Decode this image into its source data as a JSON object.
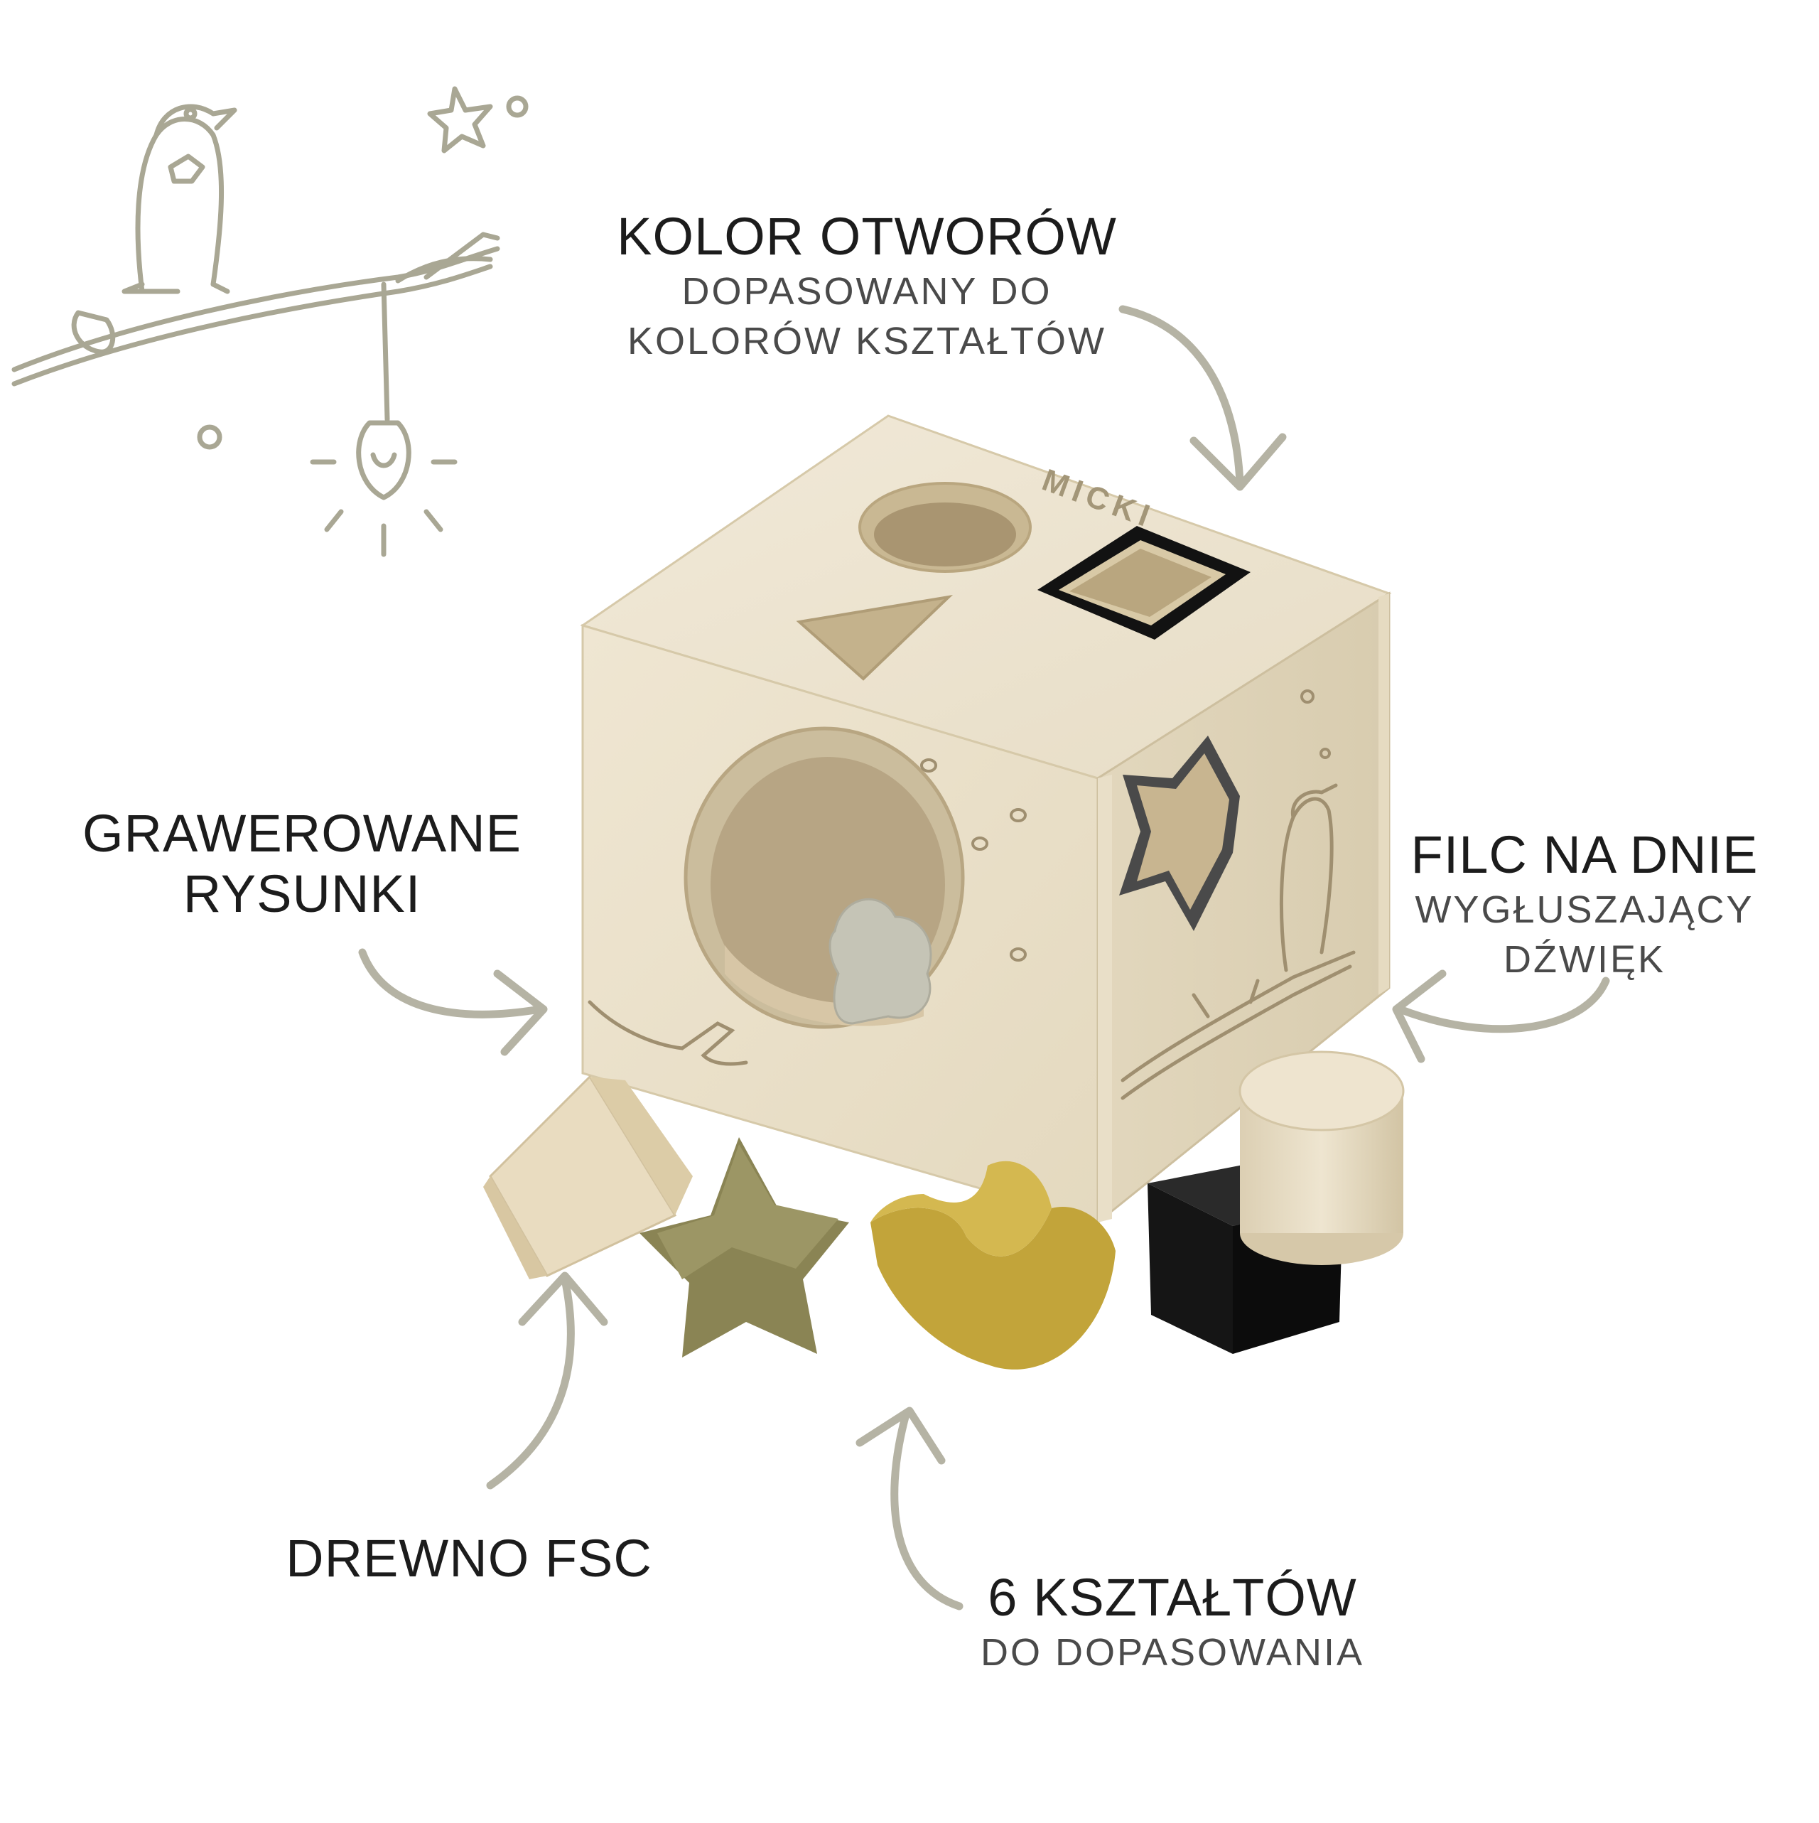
{
  "labels": {
    "kolor": {
      "title": "KOLOR OTWORÓW",
      "sub_1": "DOPASOWANY DO",
      "sub_2": "KOLORÓW KSZTAŁTÓW"
    },
    "grawerowane": {
      "title_1": "GRAWEROWANE",
      "title_2": "RYSUNKI"
    },
    "filc": {
      "title": "FILC NA DNIE",
      "sub_1": "WYGŁUSZAJĄCY",
      "sub_2": "DŹWIĘK"
    },
    "drewno": {
      "title": "DREWNO FSC"
    },
    "ksztalty": {
      "title": "6 KSZTAŁTÓW",
      "sub": "DO DOPASOWANIA"
    }
  },
  "product": {
    "brand_logo": "MICKI"
  },
  "colors": {
    "arrow": "#b5b3a4",
    "line_art": "#a9a794",
    "wood_light": "#e9dfc8",
    "wood_side": "#ddd1b5",
    "shape_olive": "#8a8454",
    "shape_mustard": "#c2a43a",
    "shape_black": "#151515",
    "shape_grey": "#c5c4b6"
  }
}
